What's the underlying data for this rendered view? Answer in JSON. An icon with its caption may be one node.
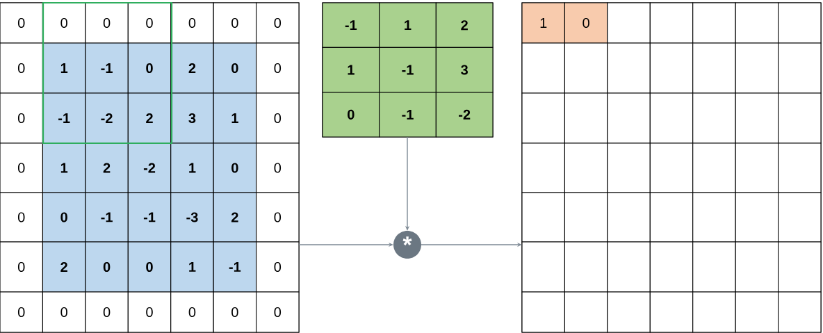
{
  "diagram": {
    "nodes": [
      {
        "text": [
          "0",
          "0",
          "0",
          "0",
          "0",
          "0",
          "0",
          "0",
          "1",
          "-1",
          "0",
          "2",
          "0",
          "0",
          "0",
          "-1",
          "-2",
          "2",
          "3",
          "1",
          "0",
          "0",
          "1",
          "2",
          "-2",
          "1",
          "0",
          "0",
          "0",
          "0",
          "-1",
          "-1",
          "-3",
          "2",
          "0",
          "0",
          "2",
          "0",
          "0",
          "1",
          "-1",
          "0",
          "0",
          "0",
          "0",
          "0",
          "0",
          "0",
          "0"
        ]
      },
      {
        "text": [
          "-1",
          "1",
          "2",
          "1",
          "-1",
          "3",
          "0",
          "-1",
          "-2"
        ]
      },
      {
        "text": [
          "*"
        ]
      },
      {
        "text": [
          "1",
          "0"
        ]
      }
    ],
    "edges": [
      {
        "from": 0,
        "to": 2,
        "arrow": "to"
      },
      {
        "from": 1,
        "to": 2,
        "arrow": "to"
      },
      {
        "from": 2,
        "to": 3,
        "arrow": "to"
      }
    ]
  }
}
